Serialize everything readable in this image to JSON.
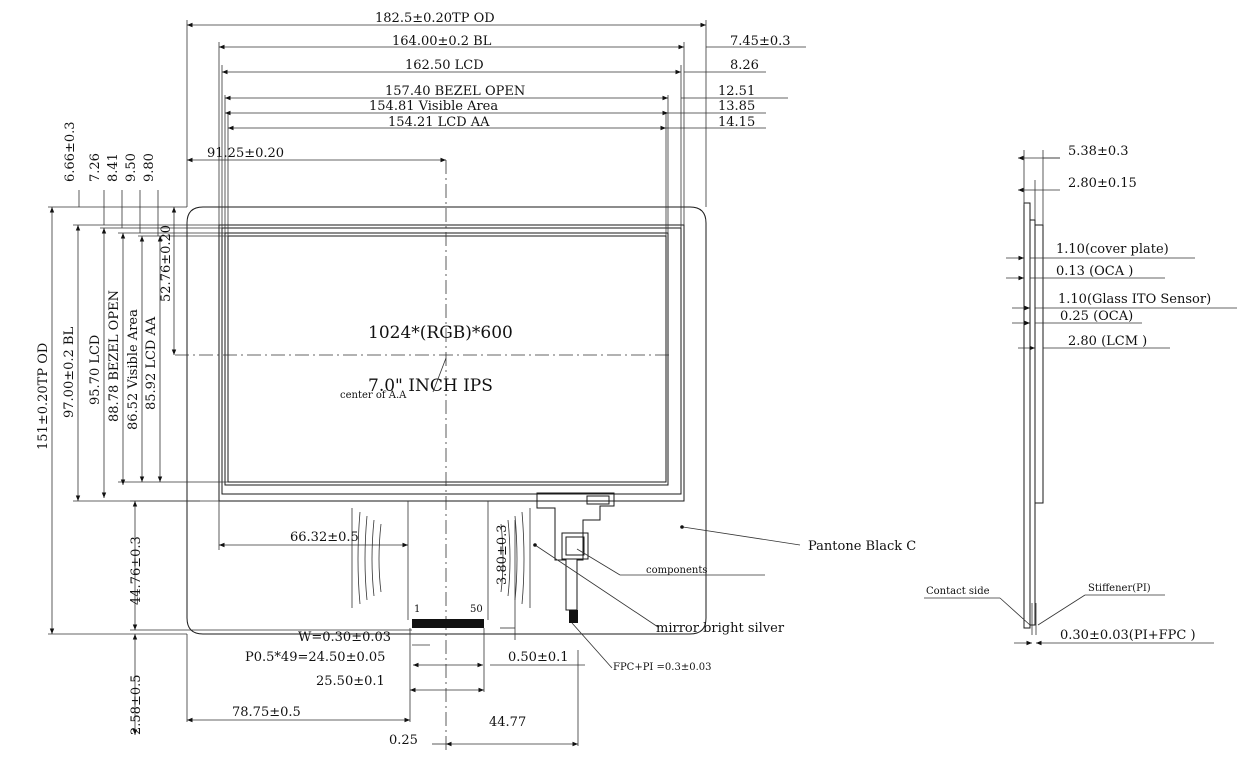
{
  "title_text": {
    "resolution": "1024*(RGB)*600",
    "size_type": "7.0\" INCH IPS",
    "center_label": "center of A.A"
  },
  "dimensions_top": {
    "tp_od": "182.5±0.20TP OD",
    "bl": "164.00±0.2 BL",
    "lcd": "162.50 LCD",
    "bezel_open": "157.40 BEZEL OPEN",
    "visible_area": "154.81 Visible Area",
    "lcd_aa": "154.21 LCD AA",
    "center_offset": "91.25±0.20"
  },
  "dimensions_right_offsets": {
    "d1": "7.45±0.3",
    "d2": "8.26",
    "d3": "12.51",
    "d4": "13.85",
    "d5": "14.15"
  },
  "dimensions_left": {
    "tp_od": "151±0.20TP OD",
    "bl": "97.00±0.2 BL",
    "lcd": "95.70 LCD",
    "bezel_open": "88.78 BEZEL OPEN",
    "visible_area": "86.52 Visible Area",
    "lcd_aa": "85.92 LCD AA",
    "center_v": "52.76±0.20"
  },
  "dimensions_top_offsets": {
    "o1": "6.66±0.3",
    "o2": "7.26",
    "o3": "8.41",
    "o4": "9.50",
    "o5": "9.80"
  },
  "dimensions_bottom": {
    "fpc_offset": "66.32±0.5",
    "fpc_height": "44.76±0.3",
    "pin_first": "1",
    "pin_last": "50",
    "w": "W=0.30±0.03",
    "pitch": "P0.5*49=24.50±0.05",
    "total": "25.50±0.1",
    "pad": "0.50±0.1",
    "tail": "2.58±0.5",
    "left_edge": "78.75±0.5",
    "center_off": "0.25",
    "right_off": "44.77",
    "stiffener_h": "3.80±0.3",
    "fpc_pi": "FPC+PI =0.3±0.03"
  },
  "callouts": {
    "pantone": "Pantone Black C",
    "components": "components",
    "mirror": "mirror bright silver"
  },
  "side_view": {
    "total_thick": "5.38±0.3",
    "lcm_thick": "2.80±0.15",
    "cover_plate": "1.10(cover plate)",
    "oca1": "0.13 (OCA )",
    "glass_ito": "1.10(Glass ITO Sensor)",
    "oca2": "0.25 (OCA)",
    "lcm": "2.80 (LCM )",
    "contact_side": "Contact side",
    "stiffener": "Stiffener(PI)",
    "pi_fpc": "0.30±0.03(PI+FPC )"
  }
}
